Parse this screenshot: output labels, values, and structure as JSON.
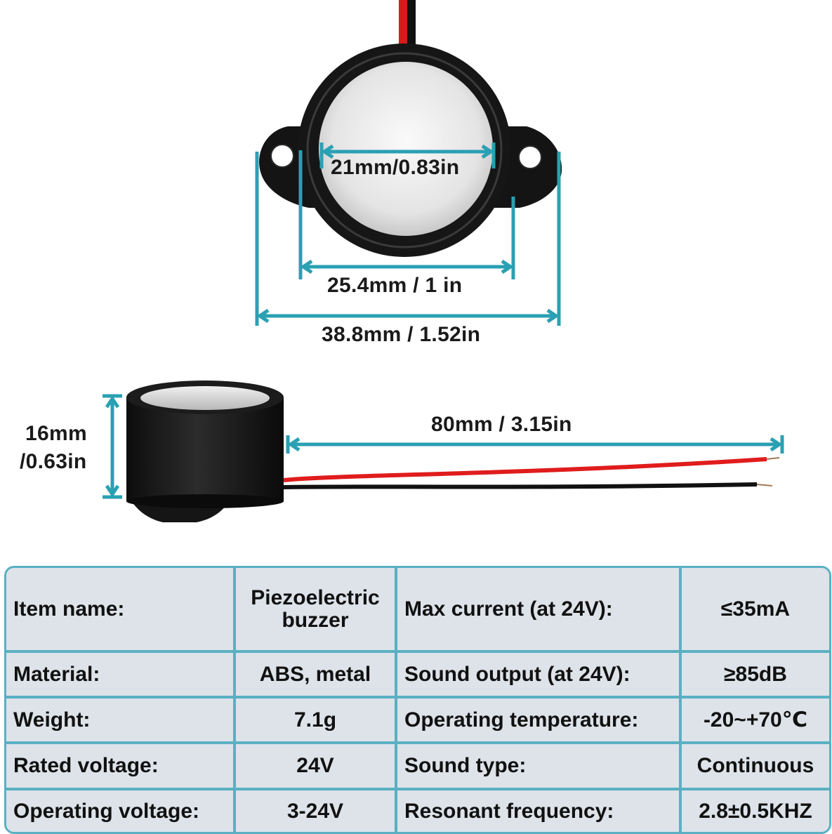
{
  "dimensions": {
    "inner_diameter": "21mm/0.83in",
    "body_diameter": "25.4mm / 1 in",
    "total_width": "38.8mm / 1.52in",
    "height_line1": "16mm",
    "height_line2": "/0.63in",
    "wire_length": "80mm / 3.15in"
  },
  "specs": {
    "rows": [
      {
        "label1": "Item name:",
        "value1": "Piezoelectric buzzer",
        "label2": "Max current (at 24V):",
        "value2": "≤35mA"
      },
      {
        "label1": "Material:",
        "value1": "ABS, metal",
        "label2": "Sound output (at 24V):",
        "value2": "≥85dB"
      },
      {
        "label1": "Weight:",
        "value1": "7.1g",
        "label2": "Operating temperature:",
        "value2": "-20~+70℃"
      },
      {
        "label1": "Rated voltage:",
        "value1": "24V",
        "label2": "Sound type:",
        "value2": "Continuous"
      },
      {
        "label1": "Operating voltage:",
        "value1": "3-24V",
        "label2": "Resonant frequency:",
        "value2": "2.8±0.5KHZ"
      }
    ]
  },
  "colors": {
    "dimension_line": "#2aa0b3",
    "table_border": "#5ab0c2",
    "table_fill": "#dde3e9",
    "wire_red": "#e01c1c",
    "wire_black": "#111111"
  }
}
